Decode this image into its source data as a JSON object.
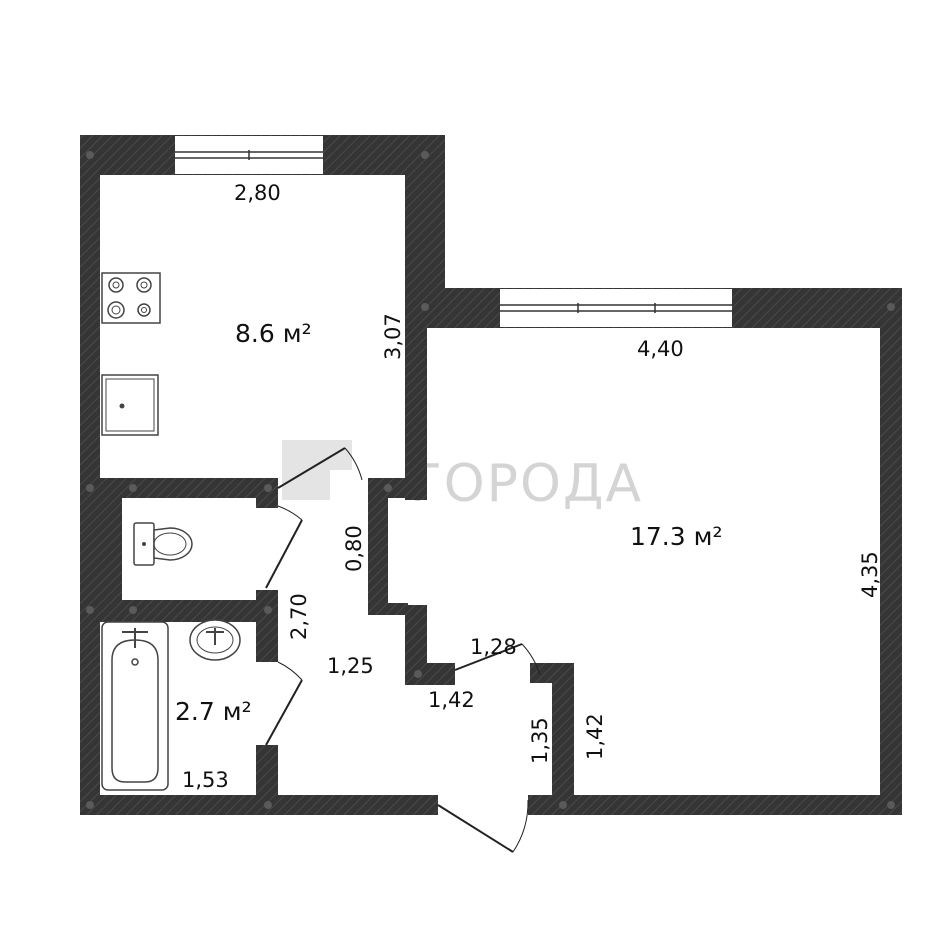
{
  "watermark": {
    "text": "ГОРОДА"
  },
  "rooms": [
    {
      "name": "kitchen",
      "area": "8.6 м²"
    },
    {
      "name": "living-room",
      "area": "17.3 м²"
    },
    {
      "name": "bathroom",
      "area": "2.7 м²"
    }
  ],
  "dimensions": {
    "kitchen_width": "2,80",
    "kitchen_depth": "3,07",
    "room_width": "4,40",
    "room_depth": "4,35",
    "door_width": "0,80",
    "hall_length": "2,70",
    "hall_width": "1,25",
    "bath_width": "1,53",
    "wall_1_28": "1,28",
    "wall_1_42_a": "1,42",
    "wall_1_35": "1,35",
    "wall_1_42_b": "1,42"
  }
}
